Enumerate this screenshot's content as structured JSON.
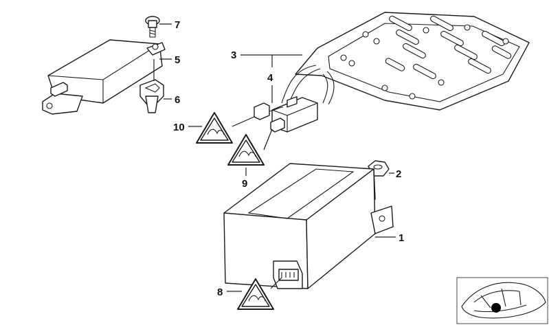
{
  "diagram": {
    "callouts": [
      {
        "id": "1",
        "label": "1"
      },
      {
        "id": "2",
        "label": "2"
      },
      {
        "id": "3",
        "label": "3"
      },
      {
        "id": "4",
        "label": "4"
      },
      {
        "id": "5",
        "label": "5"
      },
      {
        "id": "6",
        "label": "6"
      },
      {
        "id": "7",
        "label": "7"
      },
      {
        "id": "8",
        "label": "8"
      },
      {
        "id": "9",
        "label": "9"
      },
      {
        "id": "10",
        "label": "10"
      }
    ],
    "parts": [
      {
        "name": "control-unit",
        "callout": "1"
      },
      {
        "name": "hex-nut",
        "callout": "2"
      },
      {
        "name": "seat-occupancy-mat",
        "callout": "3"
      },
      {
        "name": "wiring-connector",
        "callout": "4"
      },
      {
        "name": "sensor-module",
        "callout": "5"
      },
      {
        "name": "clip-nut",
        "callout": "6"
      },
      {
        "name": "screw",
        "callout": "7"
      },
      {
        "name": "esd-warning-label",
        "callout": "8"
      },
      {
        "name": "esd-warning-label",
        "callout": "9"
      },
      {
        "name": "esd-warning-label",
        "callout": "10"
      }
    ],
    "inset_thumbnail": {
      "icon": "car-location-icon",
      "marker_color": "#000000"
    }
  }
}
